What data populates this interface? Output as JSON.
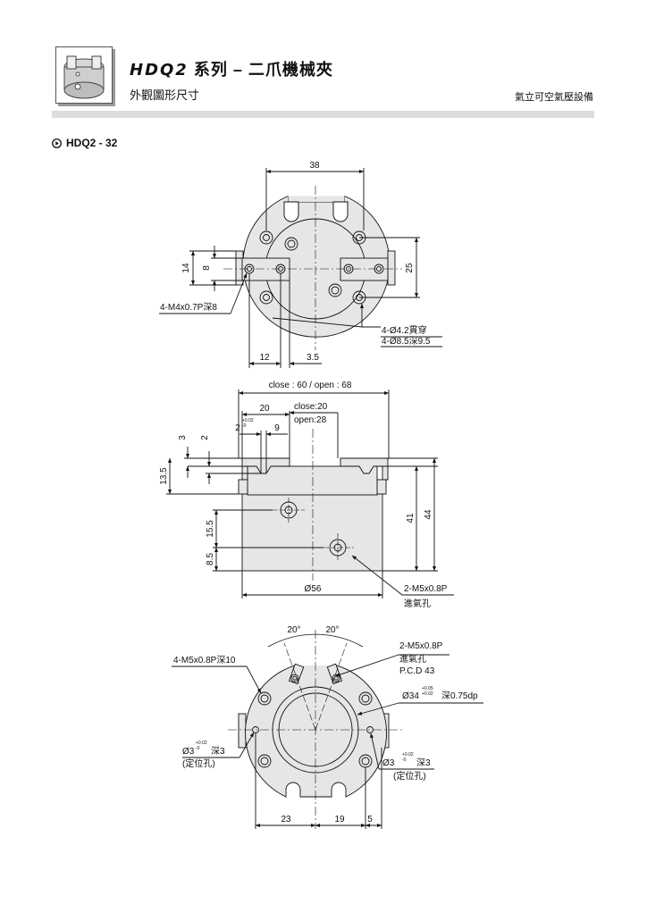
{
  "header": {
    "title_brand": "HDQ2",
    "title_rest": "系列 – 二爪機械夾",
    "subtitle": "外觀圖形尺寸",
    "company": "氣立可空氣壓設備"
  },
  "model": {
    "label": "HDQ2 - 32",
    "icon": "play-circle-icon"
  },
  "top_view": {
    "dim_38": "38",
    "dim_14": "14",
    "dim_8": "8",
    "dim_25": "25",
    "dim_12": "12",
    "dim_3_5": "3.5",
    "note_left": "4-M4x0.7P深8",
    "note_right_1": "4-Ø4.2貫穿",
    "note_right_2": "4-Ø8.5深9.5"
  },
  "side_view": {
    "dim_close_open": "close : 60 / open : 68",
    "dim_20": "20",
    "dim_close20": "close:20",
    "dim_open28": "open:28",
    "dim_2": "2",
    "tol_2": "+0.02",
    "tol_2_low": "-0",
    "dim_9": "9",
    "dim_3": "3",
    "dim_2b": "2",
    "dim_13_5": "13.5",
    "dim_15_5": "15.5",
    "dim_8_5": "8.5",
    "dim_41": "41",
    "dim_44": "44",
    "dim_d56": "Ø56",
    "note_port_1": "2-M5x0.8P",
    "note_port_2": "進氣孔"
  },
  "bottom_view": {
    "angle_left": "20°",
    "angle_right": "20°",
    "note_tl": "4-M5x0.8P深10",
    "note_tr_1": "2-M5x0.8P",
    "note_tr_2": "進氣孔",
    "note_tr_3": "P.C.D 43",
    "note_d34": "Ø34",
    "tol_d34_hi": "+0.05",
    "tol_d34_lo": "+0.02",
    "note_d34_depth": "深0.75dp",
    "note_pin_l": "Ø3",
    "tol_pin_l_hi": "+0.02",
    "tol_pin_l_lo": "-0",
    "note_pin_l_depth": "深3",
    "note_pin_l_2": "(定位孔)",
    "note_pin_r": "Ø3",
    "tol_pin_r_hi": "+0.02",
    "tol_pin_r_lo": "-0",
    "note_pin_r_depth": "深3",
    "note_pin_r_2": "(定位孔)",
    "dim_23": "23",
    "dim_19": "19",
    "dim_5": "5"
  },
  "colors": {
    "part_fill": "#e6e6e6",
    "header_rule": "#dcdcdc",
    "line": "#111111"
  }
}
